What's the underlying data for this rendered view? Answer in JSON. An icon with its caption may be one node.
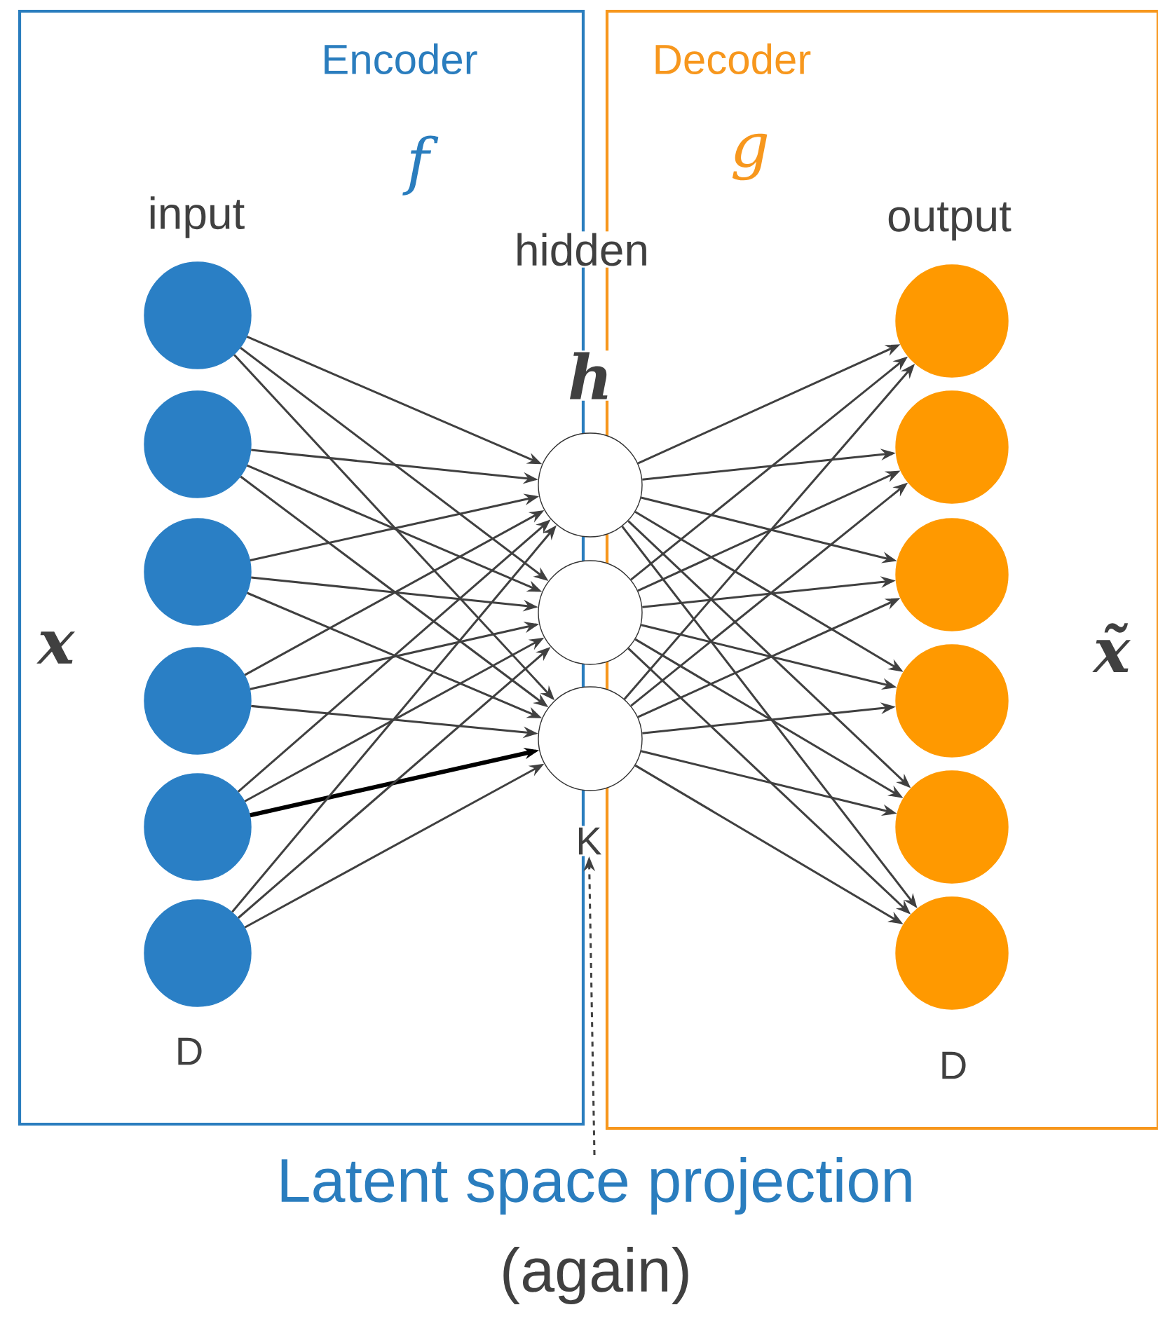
{
  "diagram": {
    "caption": "Latent space projection",
    "nodes": [
      {
        "text": [
          "Encoder"
        ]
      },
      {
        "text": [
          "Decoder"
        ]
      },
      {
        "text": [],
        "shape": "circle",
        "in": 0
      },
      {
        "text": [],
        "shape": "circle",
        "in": 0
      },
      {
        "text": [],
        "shape": "circle",
        "in": 0
      },
      {
        "text": [],
        "shape": "circle",
        "in": 0
      },
      {
        "text": [],
        "shape": "circle",
        "in": 0
      },
      {
        "text": [],
        "shape": "circle",
        "in": 0
      },
      {
        "text": [],
        "shape": "circle"
      },
      {
        "text": [],
        "shape": "circle"
      },
      {
        "text": [],
        "shape": "circle"
      },
      {
        "text": [],
        "shape": "circle",
        "in": 1
      },
      {
        "text": [],
        "shape": "circle",
        "in": 1
      },
      {
        "text": [],
        "shape": "circle",
        "in": 1
      },
      {
        "text": [],
        "shape": "circle",
        "in": 1
      },
      {
        "text": [],
        "shape": "circle",
        "in": 1
      },
      {
        "text": [],
        "shape": "circle",
        "in": 1
      },
      {
        "text": [
          "K"
        ]
      }
    ],
    "edges": [
      {
        "from": 2,
        "to": 8,
        "arrow": "to"
      },
      {
        "from": 2,
        "to": 9,
        "arrow": "to"
      },
      {
        "from": 2,
        "to": 10,
        "arrow": "to"
      },
      {
        "from": 3,
        "to": 8,
        "arrow": "to"
      },
      {
        "from": 3,
        "to": 9,
        "arrow": "to"
      },
      {
        "from": 3,
        "to": 10,
        "arrow": "to"
      },
      {
        "from": 4,
        "to": 8,
        "arrow": "to"
      },
      {
        "from": 4,
        "to": 9,
        "arrow": "to"
      },
      {
        "from": 4,
        "to": 10,
        "arrow": "to"
      },
      {
        "from": 5,
        "to": 8,
        "arrow": "to"
      },
      {
        "from": 5,
        "to": 9,
        "arrow": "to"
      },
      {
        "from": 5,
        "to": 10,
        "arrow": "to"
      },
      {
        "from": 6,
        "to": 8,
        "arrow": "to"
      },
      {
        "from": 6,
        "to": 9,
        "arrow": "to"
      },
      {
        "from": 6,
        "to": 10,
        "arrow": "to",
        "style": "thick",
        "color": "#000000"
      },
      {
        "from": 7,
        "to": 8,
        "arrow": "to"
      },
      {
        "from": 7,
        "to": 9,
        "arrow": "to"
      },
      {
        "from": 7,
        "to": 10,
        "arrow": "to"
      },
      {
        "from": 8,
        "to": 11,
        "arrow": "to"
      },
      {
        "from": 8,
        "to": 12,
        "arrow": "to"
      },
      {
        "from": 8,
        "to": 13,
        "arrow": "to"
      },
      {
        "from": 8,
        "to": 14,
        "arrow": "to"
      },
      {
        "from": 8,
        "to": 15,
        "arrow": "to"
      },
      {
        "from": 8,
        "to": 16,
        "arrow": "to"
      },
      {
        "from": 9,
        "to": 11,
        "arrow": "to"
      },
      {
        "from": 9,
        "to": 12,
        "arrow": "to"
      },
      {
        "from": 9,
        "to": 13,
        "arrow": "to"
      },
      {
        "from": 9,
        "to": 14,
        "arrow": "to"
      },
      {
        "from": 9,
        "to": 15,
        "arrow": "to"
      },
      {
        "from": 9,
        "to": 16,
        "arrow": "to"
      },
      {
        "from": 10,
        "to": 11,
        "arrow": "to"
      },
      {
        "from": 10,
        "to": 12,
        "arrow": "to"
      },
      {
        "from": 10,
        "to": 13,
        "arrow": "to"
      },
      {
        "from": 10,
        "to": 14,
        "arrow": "to"
      },
      {
        "from": 10,
        "to": 15,
        "arrow": "to"
      },
      {
        "from": 10,
        "to": 16,
        "arrow": "to"
      },
      {
        "from": null,
        "to": 17,
        "arrow": "to",
        "style": "dashed"
      }
    ],
    "labels": [
      "f",
      "g",
      "input",
      "hidden",
      "h",
      "output",
      "x",
      "x̃",
      "D",
      "D",
      "(again)"
    ]
  }
}
